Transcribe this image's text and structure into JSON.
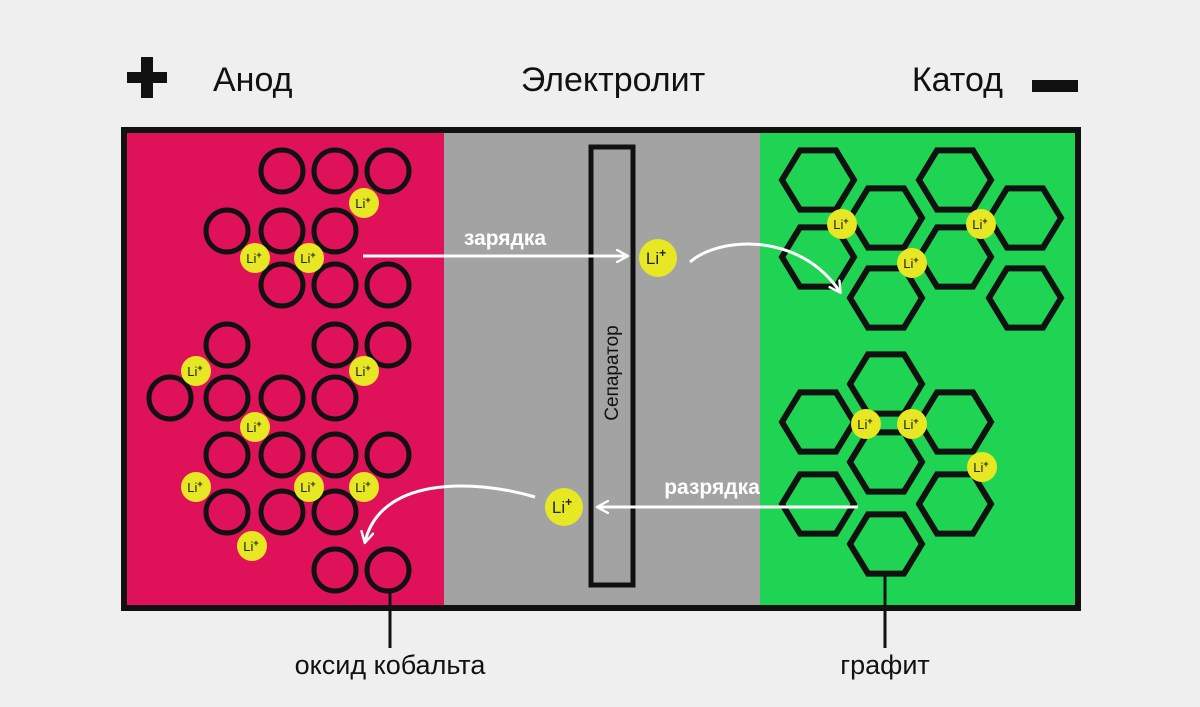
{
  "header": {
    "anode_label": "Анод",
    "electrolyte_label": "Электролит",
    "cathode_label": "Катод"
  },
  "separator_label": "Сепаратор",
  "arrows": {
    "charge_label": "зарядка",
    "discharge_label": "разрядка"
  },
  "ion": {
    "symbol": "Li",
    "charge": "+"
  },
  "bottom_labels": {
    "anode_material": "оксид кобальта",
    "cathode_material": "графит"
  },
  "colors": {
    "anode": "#df1259",
    "electrolyte": "#a3a3a3",
    "cathode": "#1fd452",
    "ion": "#e7e724",
    "outline": "#111111",
    "background": "#efefef"
  }
}
